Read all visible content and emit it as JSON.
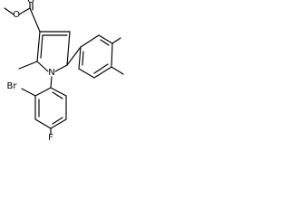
{
  "structure": {
    "atoms": [
      {
        "id": "O1",
        "label": "O"
      },
      {
        "id": "O2",
        "label": "O"
      },
      {
        "id": "N1",
        "label": "N"
      },
      {
        "id": "Br1",
        "label": "Br"
      },
      {
        "id": "F1",
        "label": "F"
      }
    ]
  }
}
